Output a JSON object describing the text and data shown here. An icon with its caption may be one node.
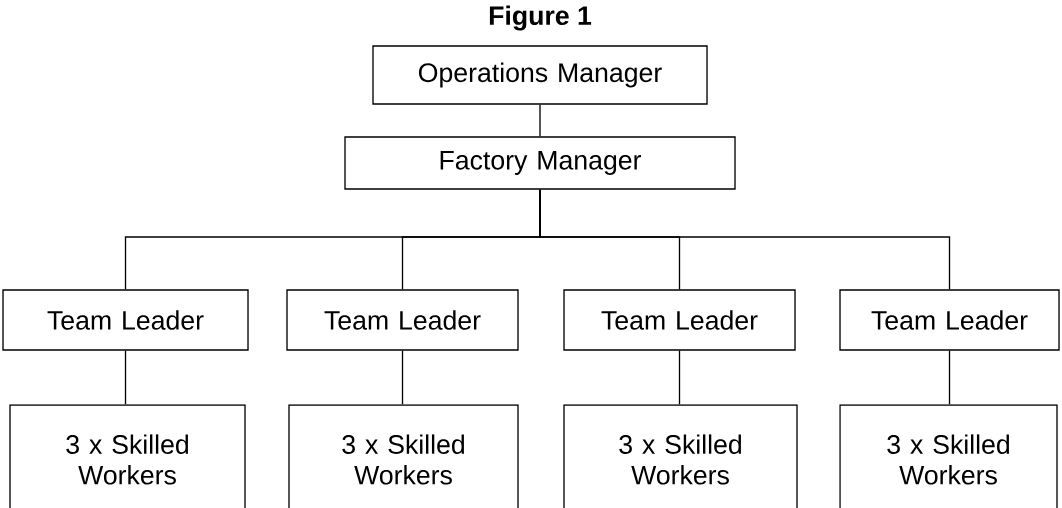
{
  "diagram": {
    "title": "Figure 1",
    "nodes": [
      {
        "text": [
          "Operations Manager"
        ]
      },
      {
        "text": [
          "Factory Manager"
        ]
      },
      {
        "text": [
          "Team Leader"
        ]
      },
      {
        "text": [
          "Team Leader"
        ]
      },
      {
        "text": [
          "Team Leader"
        ]
      },
      {
        "text": [
          "Team Leader"
        ]
      },
      {
        "text": [
          "3 x Skilled Workers"
        ]
      },
      {
        "text": [
          "3 x Skilled Workers"
        ]
      },
      {
        "text": [
          "3 x Skilled Workers"
        ]
      },
      {
        "text": [
          "3 x Skilled Workers"
        ]
      }
    ],
    "edges": [
      {
        "from": 0,
        "to": 1,
        "arrow": "none"
      },
      {
        "from": 1,
        "to": 2,
        "arrow": "none"
      },
      {
        "from": 1,
        "to": 3,
        "arrow": "none"
      },
      {
        "from": 1,
        "to": 4,
        "arrow": "none"
      },
      {
        "from": 1,
        "to": 5,
        "arrow": "none"
      },
      {
        "from": 2,
        "to": 6,
        "arrow": "none"
      },
      {
        "from": 3,
        "to": 7,
        "arrow": "none"
      },
      {
        "from": 4,
        "to": 8,
        "arrow": "none"
      },
      {
        "from": 5,
        "to": 9,
        "arrow": "none"
      }
    ]
  }
}
